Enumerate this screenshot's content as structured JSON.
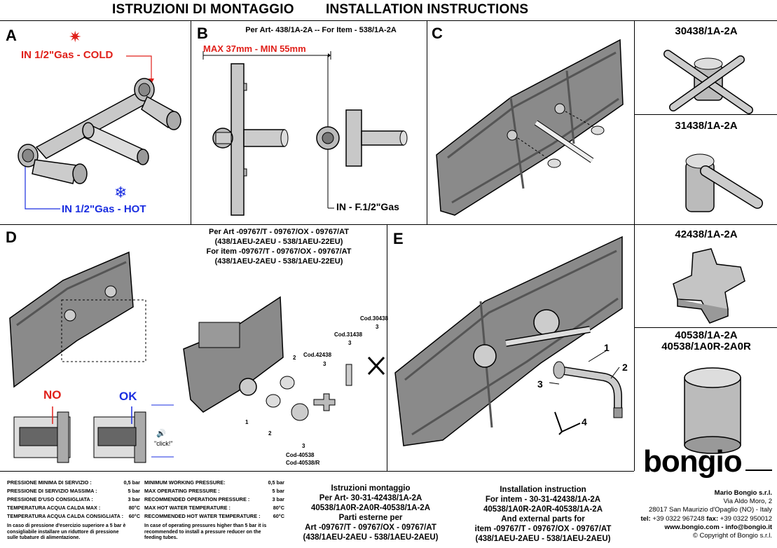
{
  "header": {
    "title_it": "ISTRUZIONI DI MONTAGGIO",
    "title_en": "INSTALLATION INSTRUCTIONS"
  },
  "panel_a": {
    "letter": "A",
    "cold_label": "IN 1/2\"Gas - COLD",
    "hot_label": "IN 1/2\"Gas - HOT"
  },
  "panel_b": {
    "letter": "B",
    "subtitle": "Per Art- 438/1A-2A -- For Item - 538/1A-2A",
    "max_min": "MAX 37mm - MIN 55mm",
    "in_label": "IN - F.1/2\"Gas"
  },
  "panel_c": {
    "letter": "C"
  },
  "panel_d": {
    "letter": "D",
    "caption_lines": [
      "Per Art -09767/T - 09767/OX - 09767/AT",
      "(438/1AEU-2AEU - 538/1AEU-22EU)",
      "For item -09767/T - 09767/OX - 09767/AT",
      "(438/1AEU-2AEU - 538/1AEU-22EU)"
    ],
    "no_label": "NO",
    "ok_label": "OK",
    "click_label": "\"click!\"",
    "cod_30438": "Cod.30438",
    "cod_31438": "Cod.31438",
    "cod_42438": "Cod.42438",
    "cod_40538": "Cod-40538",
    "cod_40538r": "Cod-40538/R",
    "num_1": "1",
    "num_2": "2",
    "num_3": "3"
  },
  "panel_e": {
    "letter": "E",
    "num_1": "1",
    "num_2": "2",
    "num_3": "3",
    "num_4": "4"
  },
  "products": [
    {
      "label": "30438/1A-2A"
    },
    {
      "label": "31438/1A-2A"
    },
    {
      "label": "42438/1A-2A"
    },
    {
      "label": "40538/1A-2A\n40538/1A0R-2A0R"
    }
  ],
  "specs_it": [
    {
      "label": "PRESSIONE MINIMA DI SERVIZIO :",
      "value": "0,5 bar"
    },
    {
      "label": "PRESSIONE DI SERVIZIO MASSIMA :",
      "value": "5 bar"
    },
    {
      "label": "PRESSIONE D'USO CONSIGLIATA :",
      "value": "3 bar"
    },
    {
      "label": "TEMPERATURA ACQUA CALDA MAX :",
      "value": "80°C"
    },
    {
      "label": "TEMPERATURA ACQUA CALDA CONSIGLIATA :",
      "value": "60°C"
    }
  ],
  "note_it": "In caso di pressione d'esercizio superiore a 5 bar è consigliabile installare un riduttore di pressione sulle tubature di alimentazione.",
  "specs_en": [
    {
      "label": "MINIMUM WORKING PRESSURE:",
      "value": "0,5 bar"
    },
    {
      "label": "MAX OPERATING PRESSURE :",
      "value": "5 bar"
    },
    {
      "label": "RECOMMENDED OPERATION PRESSURE :",
      "value": "3 bar"
    },
    {
      "label": "MAX HOT WATER TEMPERATURE :",
      "value": "80°C"
    },
    {
      "label": "RECOMMENDED HOT WATER TEMPERATURE :",
      "value": "60°C"
    }
  ],
  "note_en": "In case of operating pressures higher than 5 bar it is recommended to install a pressure reducer on the feeding tubes.",
  "footer_it": [
    "Istruzioni montaggio",
    "Per Art- 30-31-42438/1A-2A",
    "40538/1A0R-2A0R-40538/1A-2A",
    "Parti esterne per",
    "Art -09767/T - 09767/OX - 09767/AT",
    "(438/1AEU-2AEU - 538/1AEU-2AEU)"
  ],
  "footer_en": [
    "Installation instruction",
    "For intem - 30-31-42438/1A-2A",
    "40538/1A0R-2A0R-40538/1A-2A",
    "And external parts for",
    "item -09767/T - 09767/OX - 09767/AT",
    "(438/1AEU-2AEU - 538/1AEU-2AEU)"
  ],
  "company": {
    "logo": "bongio",
    "name": "Mario Bongio s.r.l.",
    "street": "Via Aldo Moro, 2",
    "city": "28017 San Maurizio d'Opaglio (NO) - Italy",
    "tel_label": "tel:",
    "tel": "+39 0322 967248",
    "fax_label": "fax:",
    "fax": "+39 0322 950012",
    "web": "www.bongio.com - info@bongio.it",
    "copyright": "© Copyright of Bongio s.r.l."
  },
  "colors": {
    "red": "#e0201a",
    "blue": "#1a2ee0",
    "wall": "#8a8a8a"
  }
}
